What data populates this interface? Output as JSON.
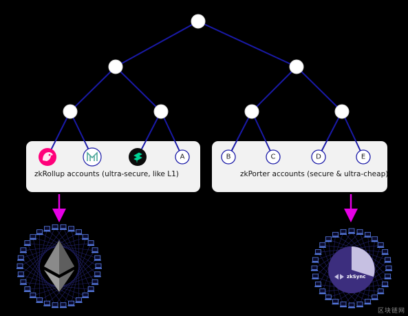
{
  "left_panel": {
    "label": "zkRollup accounts (ultra-secure, like L1)"
  },
  "right_panel": {
    "label": "zkPorter accounts (secure & ultra-cheap)"
  },
  "leaf_letters": [
    "A",
    "B",
    "C",
    "D",
    "E"
  ],
  "zksync_label": "zkSync",
  "watermark": "区块链网",
  "colors": {
    "tree_line": "#1a1aa8",
    "arrow": "#e600e6",
    "node_fill": "#ffffff",
    "panel": "#f2f2f2",
    "uniswap": "#ff007a",
    "maker": "#4fa89b",
    "compound": "#00d395",
    "zksync_disk": "#3c2e7e",
    "zksync_slice": "#c6c0e2"
  },
  "icons": [
    "uniswap-unicorn-icon",
    "maker-m-icon",
    "compound-icon",
    "ethereum-icon",
    "zksync-icon",
    "laptop-icon"
  ]
}
